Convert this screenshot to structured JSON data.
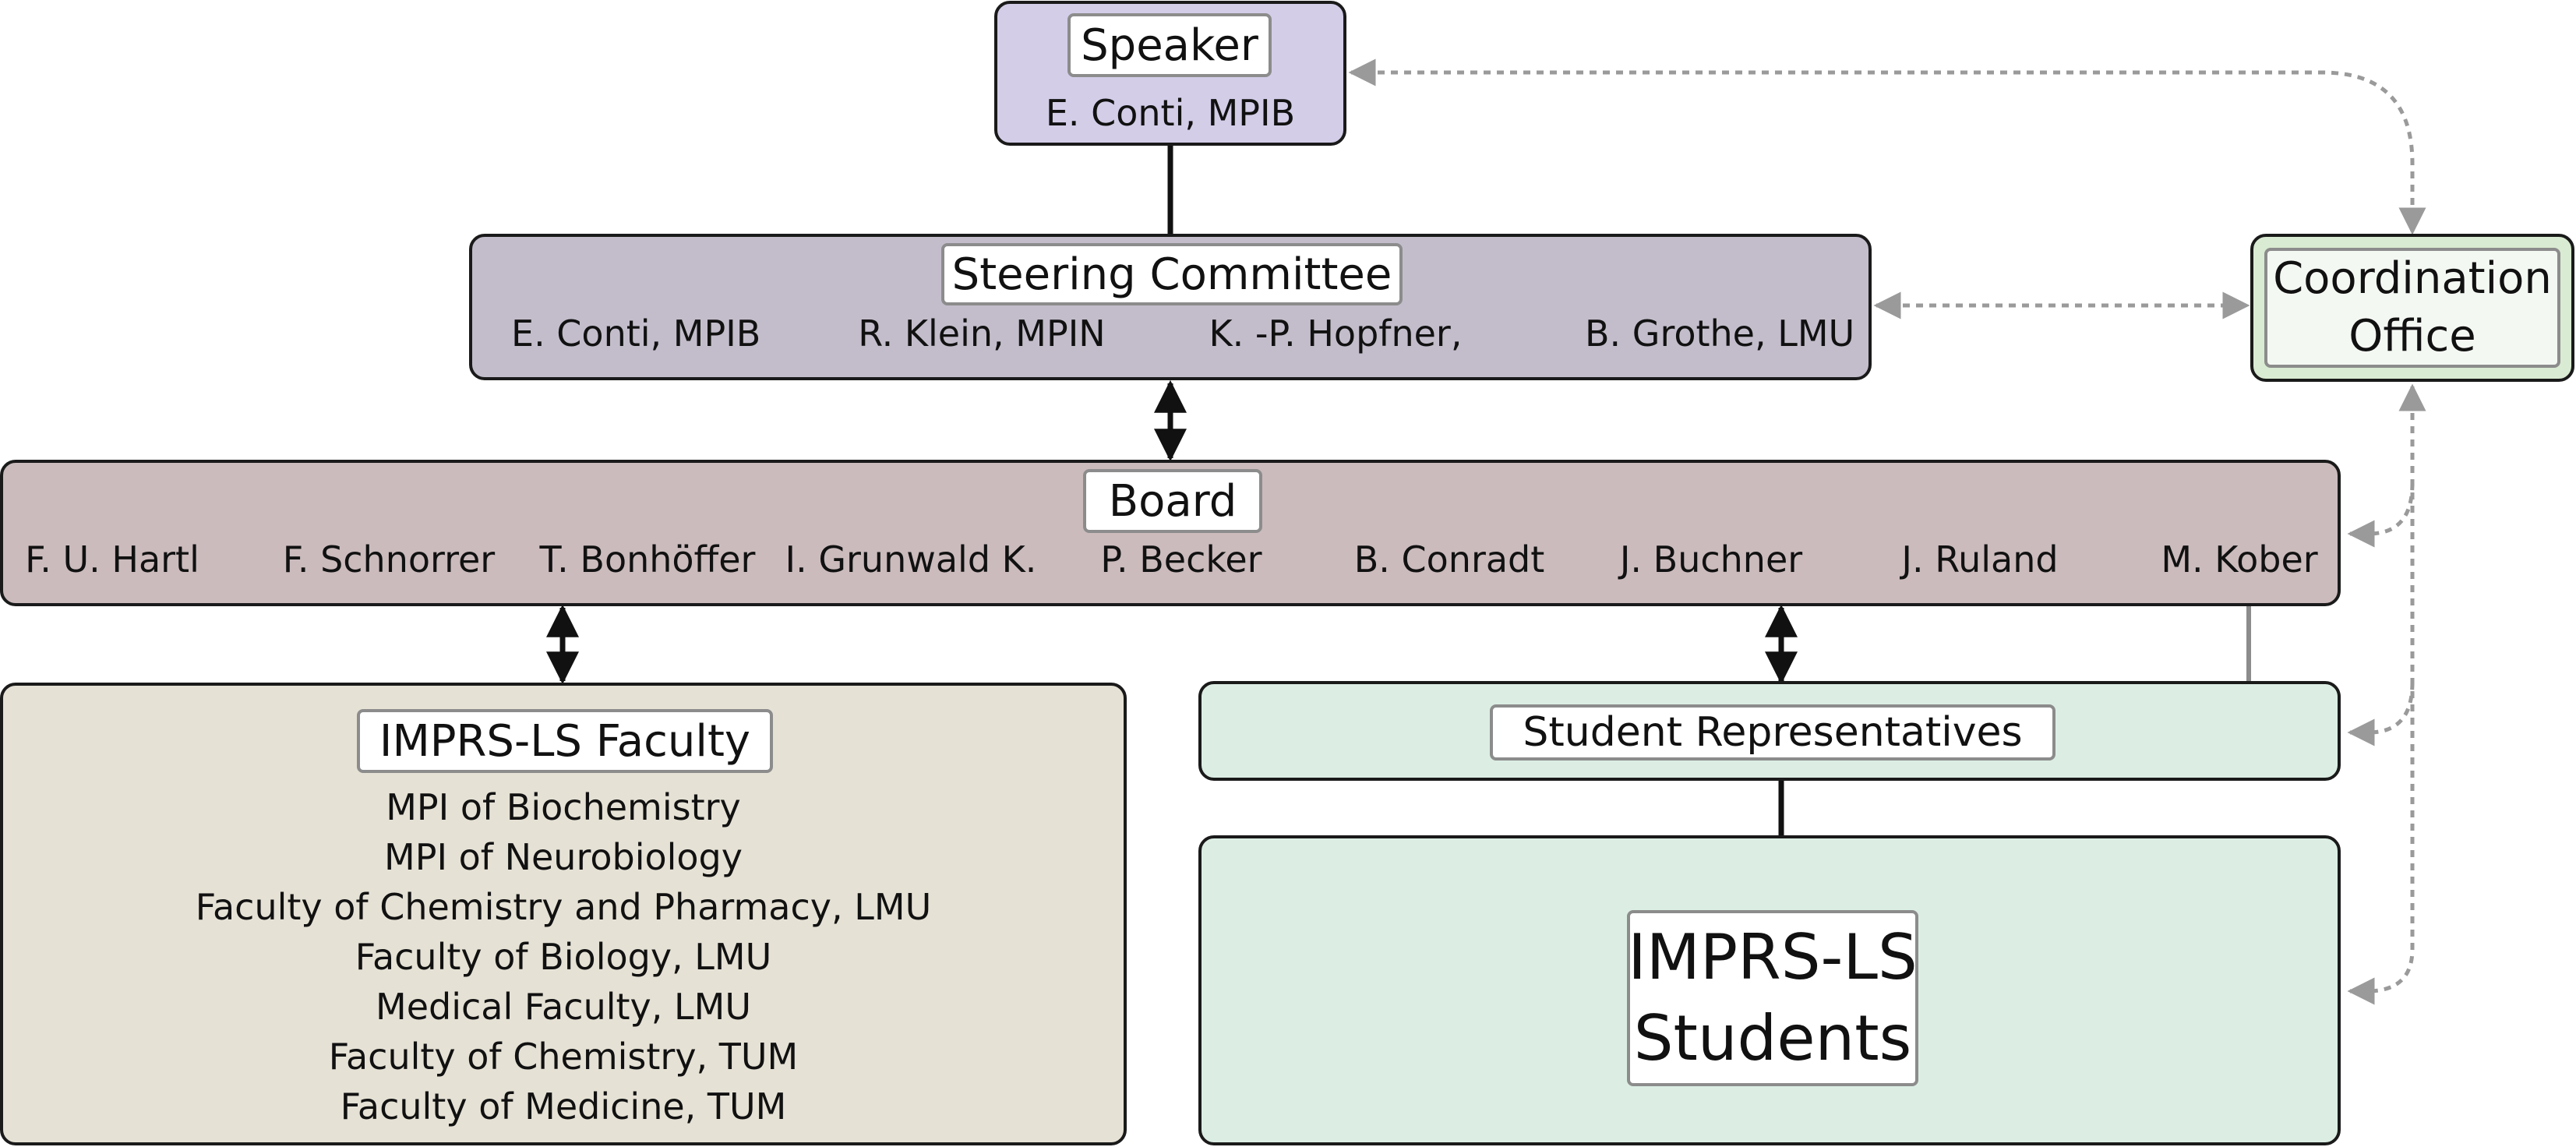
{
  "speaker": {
    "title": "Speaker",
    "members": "E. Conti, MPIB"
  },
  "steering": {
    "title": "Steering Committee",
    "members": [
      "E. Conti, MPIB",
      "R. Klein, MPIN",
      "K. -P. Hopfner,",
      "B. Grothe, LMU"
    ]
  },
  "board": {
    "title": "Board",
    "members": [
      "F. U. Hartl",
      "F. Schnorrer",
      "T. Bonhöffer",
      "I. Grunwald K.",
      "P. Becker",
      "B. Conradt",
      "J. Buchner",
      "J. Ruland",
      "M. Kober"
    ]
  },
  "faculty": {
    "title": "IMPRS-LS Faculty",
    "institutions": [
      "MPI of Biochemistry",
      "MPI of Neurobiology",
      "Faculty of Chemistry and Pharmacy, LMU",
      "Faculty of Biology, LMU",
      "Medical Faculty, LMU",
      "Faculty of Chemistry, TUM",
      "Faculty of Medicine, TUM"
    ]
  },
  "student_reps": {
    "title": "Student Representatives"
  },
  "students": {
    "title_line1": "IMPRS-LS",
    "title_line2": "Students"
  },
  "coordination": {
    "title_line1": "Coordination",
    "title_line2": "Office"
  },
  "colors": {
    "speaker_fill": "#d3cde8",
    "steering_fill": "#c3bdcb",
    "board_fill": "#cbbbbd",
    "faculty_fill": "#e5e1d5",
    "students_fill": "#dceee4",
    "coordination_fill": "#d9ebd2",
    "coordination_inner": "#f4f8f3",
    "dashed_connector": "#9a9a9a",
    "solid_connector": "#111111"
  }
}
